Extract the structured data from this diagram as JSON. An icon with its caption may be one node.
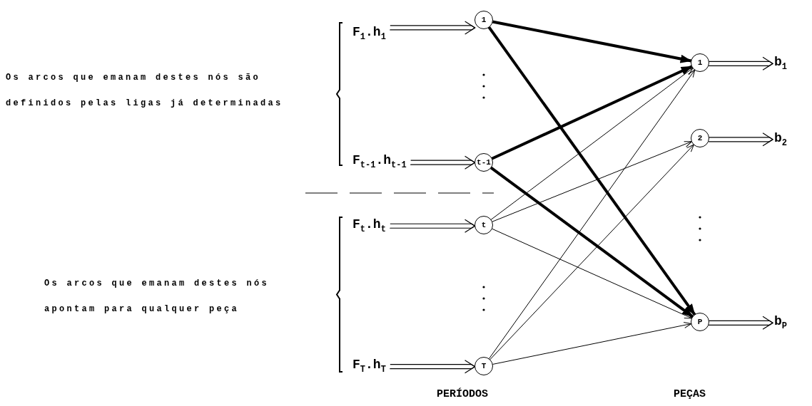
{
  "diagram": {
    "nodes": [
      {
        "text": [
          "F$_{1}$.h$_{1}$"
        ]
      },
      {
        "text": [
          "1"
        ]
      },
      {
        "text": [
          "F$_{t-1}$.h$_{t-1}$"
        ]
      },
      {
        "text": [
          "t-1"
        ]
      },
      {
        "text": [
          "F$_{t}$.h$_{t}$"
        ]
      },
      {
        "text": [
          "t"
        ]
      },
      {
        "text": [
          "F$_{T}$.h$_{T}$"
        ]
      },
      {
        "text": [
          "T"
        ]
      },
      {
        "text": [
          "1"
        ]
      },
      {
        "text": [
          "b$_{1}$"
        ]
      },
      {
        "text": [
          "2"
        ]
      },
      {
        "text": [
          "b$_{2}$"
        ]
      },
      {
        "text": [
          "P"
        ]
      },
      {
        "text": [
          "b$_{P}$"
        ]
      }
    ],
    "edges": [
      {
        "from": 0,
        "to": 1,
        "arrow": "to"
      },
      {
        "from": 2,
        "to": 3,
        "arrow": "to"
      },
      {
        "from": 4,
        "to": 5,
        "arrow": "to"
      },
      {
        "from": 6,
        "to": 7,
        "arrow": "to"
      },
      {
        "from": 1,
        "to": 8,
        "arrow": "to",
        "style": "thick"
      },
      {
        "from": 1,
        "to": 12,
        "arrow": "to",
        "style": "thick"
      },
      {
        "from": 3,
        "to": 8,
        "arrow": "to",
        "style": "thick"
      },
      {
        "from": 3,
        "to": 12,
        "arrow": "to",
        "style": "thick"
      },
      {
        "from": 5,
        "to": 8,
        "arrow": "to"
      },
      {
        "from": 5,
        "to": 10,
        "arrow": "to"
      },
      {
        "from": 5,
        "to": 12,
        "arrow": "to"
      },
      {
        "from": 7,
        "to": 8,
        "arrow": "to"
      },
      {
        "from": 7,
        "to": 10,
        "arrow": "to"
      },
      {
        "from": 7,
        "to": 12,
        "arrow": "to"
      },
      {
        "from": 8,
        "to": 9,
        "arrow": "to"
      },
      {
        "from": 10,
        "to": 11,
        "arrow": "to"
      },
      {
        "from": 12,
        "to": 13,
        "arrow": "to"
      }
    ],
    "labels": [
      "Os arcos que emanam destes nós são definidos pelas ligas já determinadas",
      "Os arcos que emanam destes nós apontam para qualquer peça",
      "PERÍODOS",
      "PEÇAS"
    ]
  }
}
